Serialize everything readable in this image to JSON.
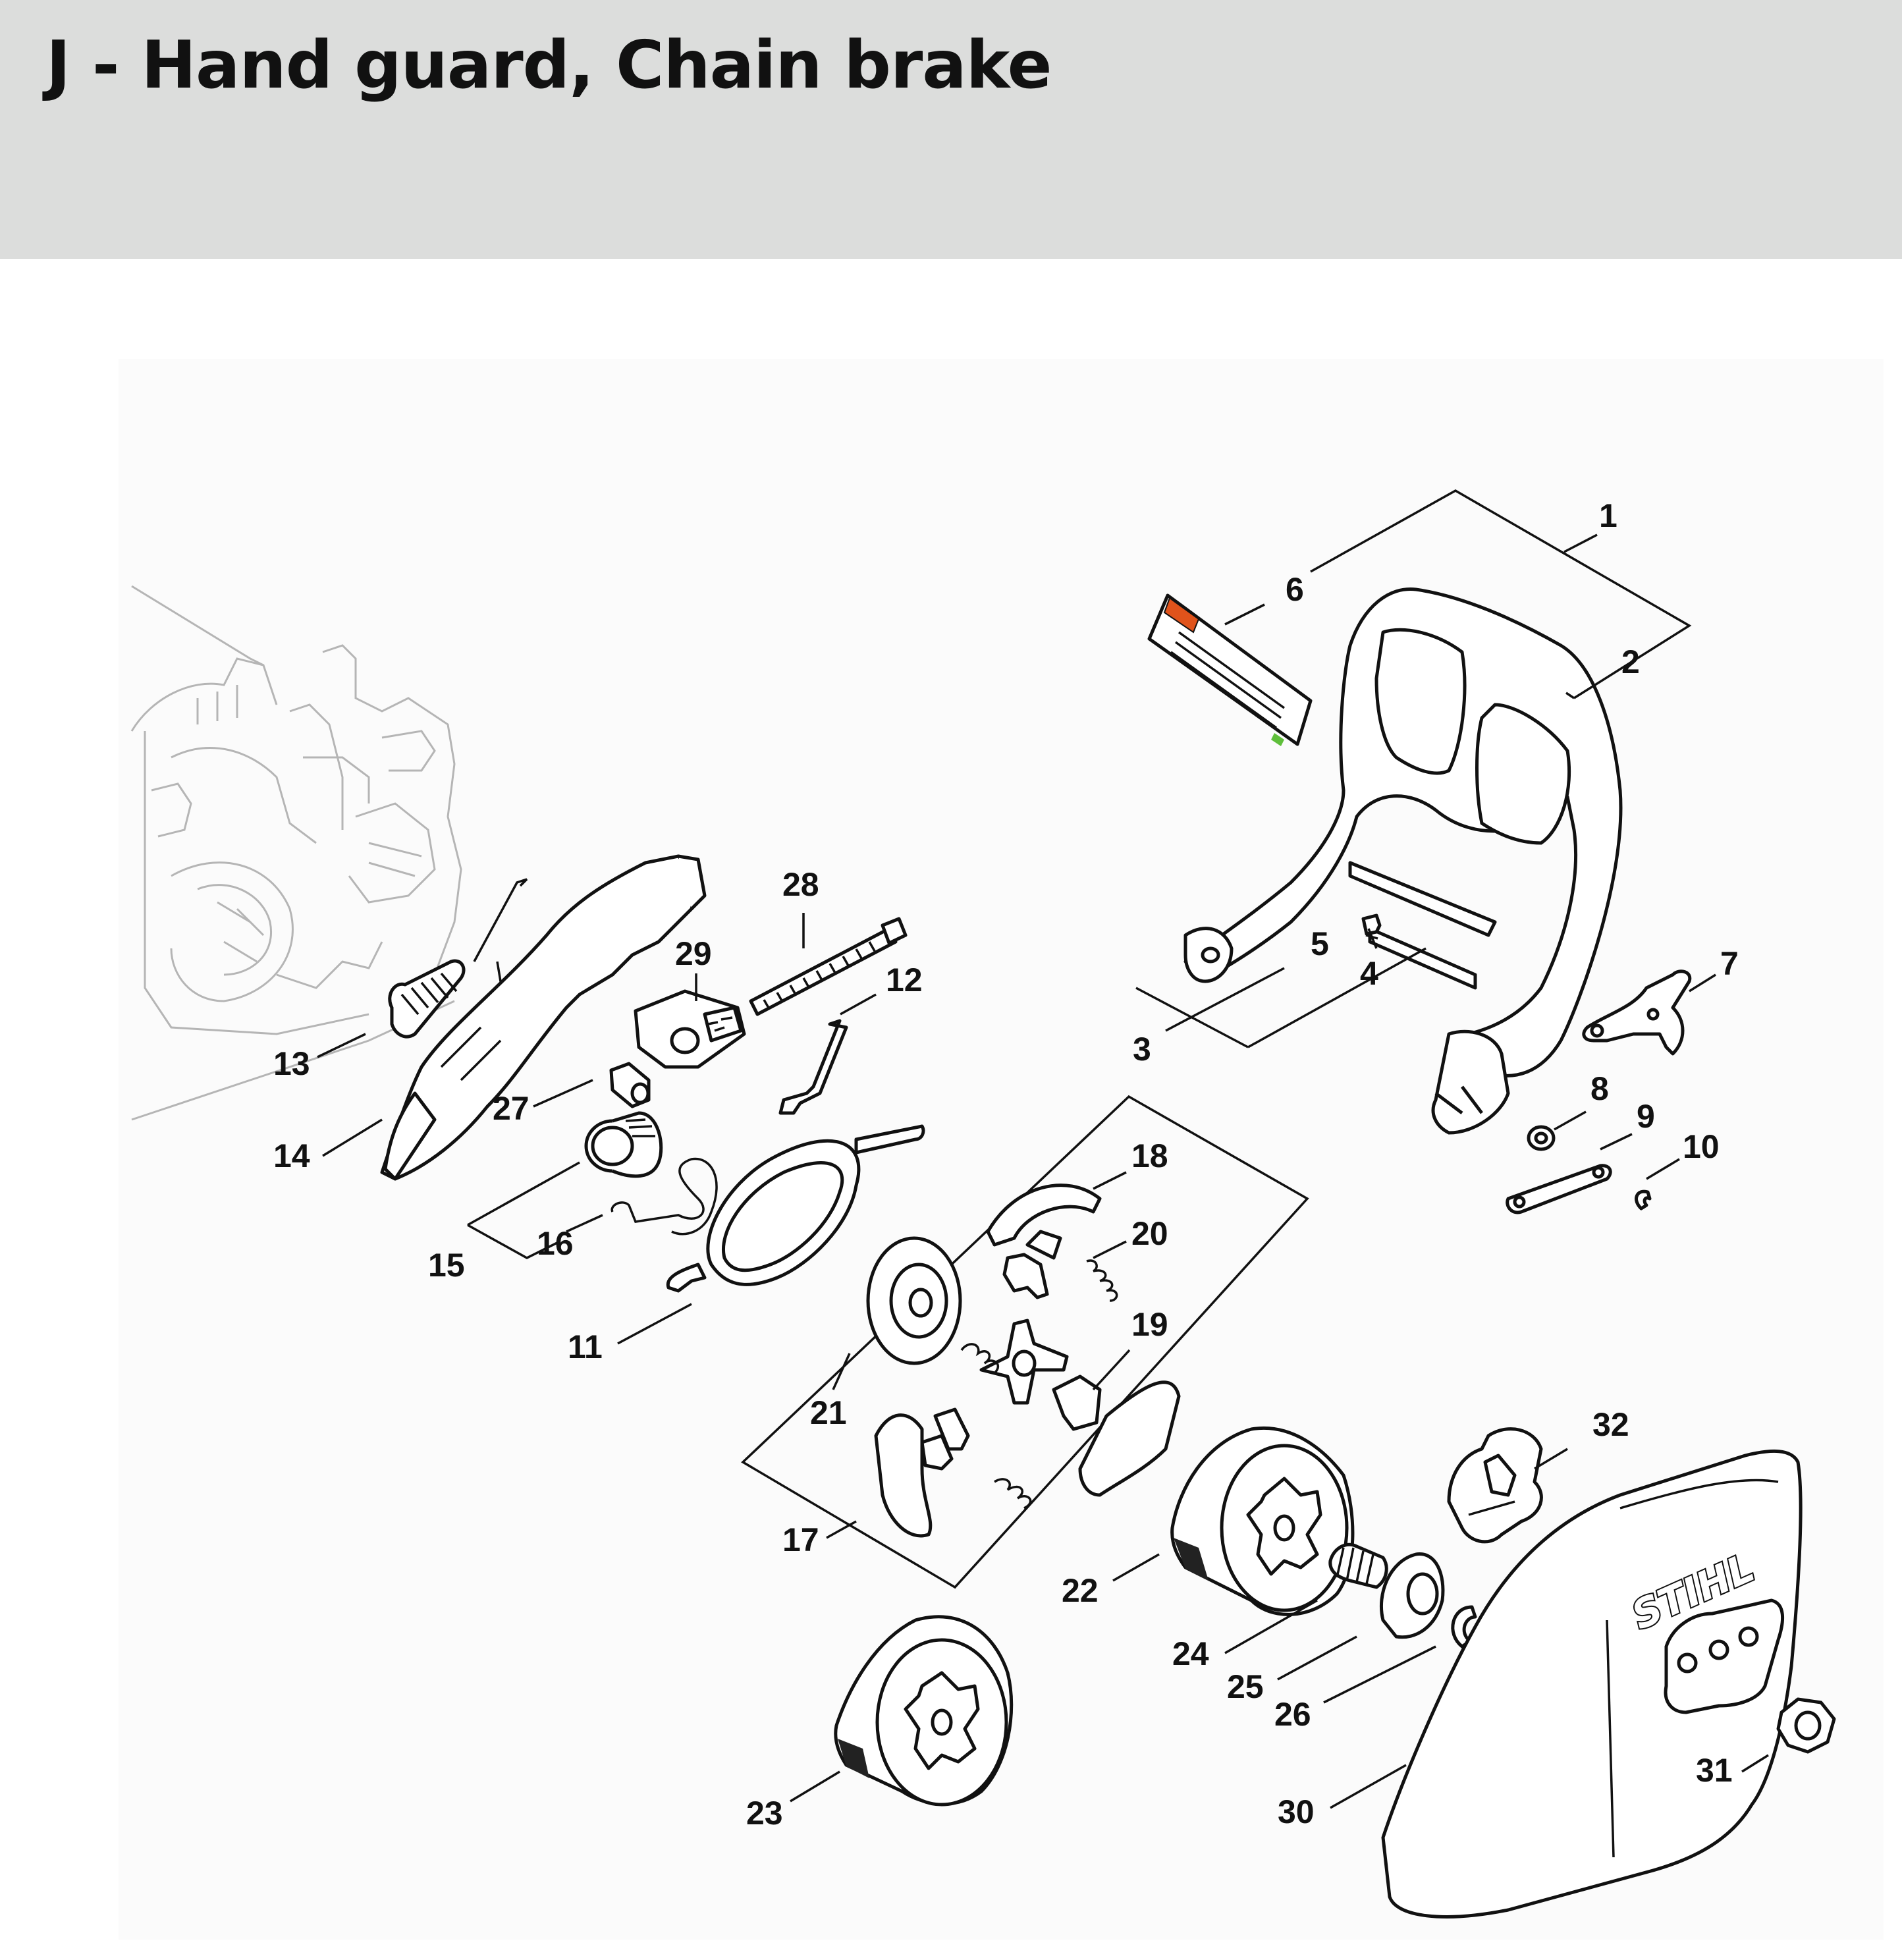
{
  "title": "J - Hand guard, Chain brake",
  "diagram": {
    "brand_logo": "STIHL",
    "callouts": [
      "1",
      "2",
      "3",
      "4",
      "5",
      "6",
      "7",
      "8",
      "9",
      "10",
      "11",
      "12",
      "13",
      "14",
      "15",
      "16",
      "17",
      "18",
      "19",
      "20",
      "21",
      "22",
      "23",
      "24",
      "25",
      "26",
      "27",
      "28",
      "29",
      "30",
      "31",
      "32"
    ]
  },
  "colors": {
    "header_bg": "#dcdddc",
    "canvas_bg": "#fbfbfb",
    "label_orange": "#e0531b",
    "label_green": "#5fbf3b"
  }
}
